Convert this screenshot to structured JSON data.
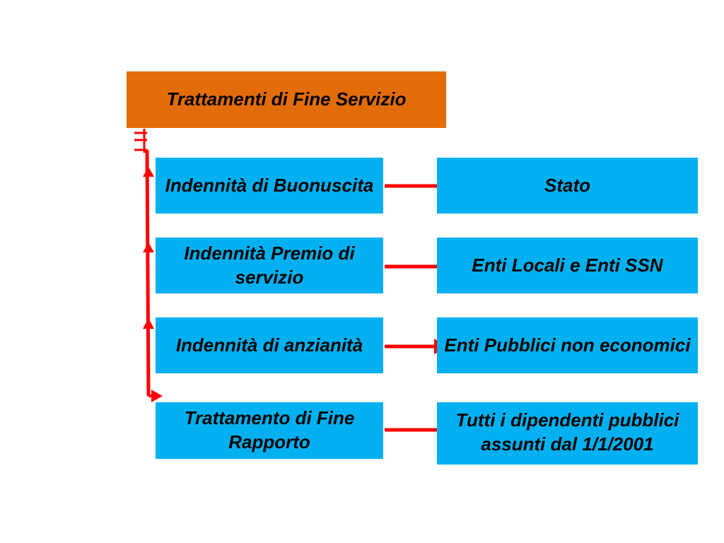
{
  "root": {
    "label": "Trattamenti di Fine Servizio"
  },
  "rows": [
    {
      "left": "Indennità di Buonuscita",
      "right": "Stato"
    },
    {
      "left": "Indennità Premio di servizio",
      "right": "Enti Locali e Enti SSN"
    },
    {
      "left": "Indennità di anzianità",
      "right": "Enti Pubblici non economici"
    },
    {
      "left": "Trattamento di Fine Rapporto",
      "right": "Tutti i dipendenti pubblici assunti dal 1/1/2001"
    }
  ],
  "colors": {
    "root_fill": "#e36c0a",
    "box_fill": "#00b0f0",
    "arrow": "#ff0000"
  }
}
